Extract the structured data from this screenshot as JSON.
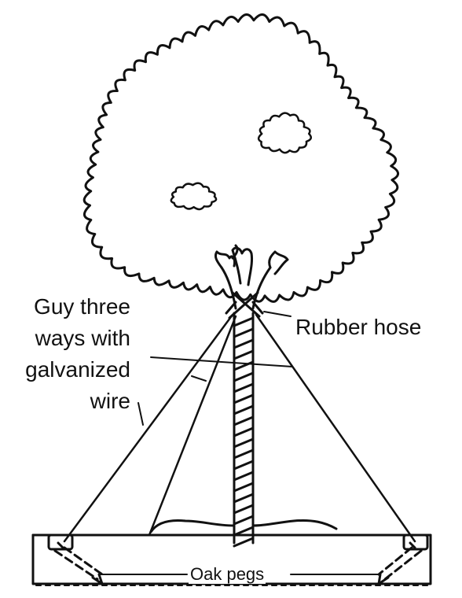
{
  "labels": {
    "guy_line_1": "Guy three",
    "guy_line_2": "ways with",
    "guy_line_3": "galvanized",
    "guy_line_4": "wire",
    "rubber_hose": "Rubber hose",
    "oak_pegs": "Oak pegs"
  },
  "colors": {
    "ink": "#111111",
    "background": "#ffffff"
  }
}
